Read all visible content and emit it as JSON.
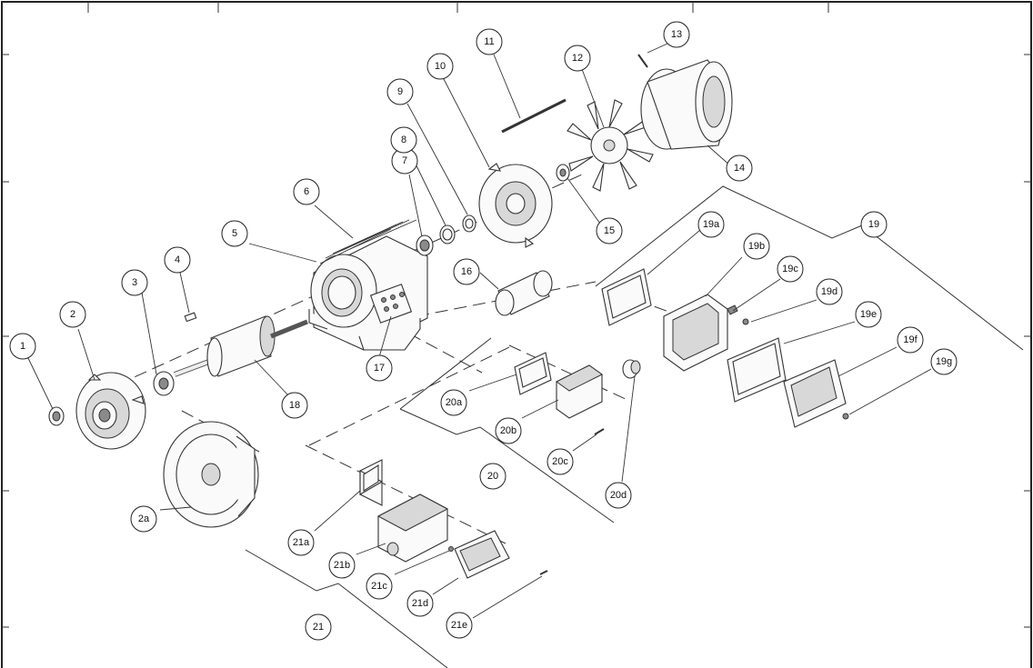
{
  "callouts": [
    {
      "id": "c1",
      "label": "1"
    },
    {
      "id": "c2",
      "label": "2"
    },
    {
      "id": "c2a",
      "label": "2a"
    },
    {
      "id": "c3",
      "label": "3"
    },
    {
      "id": "c4",
      "label": "4"
    },
    {
      "id": "c5",
      "label": "5"
    },
    {
      "id": "c6",
      "label": "6"
    },
    {
      "id": "c7",
      "label": "7"
    },
    {
      "id": "c8",
      "label": "8"
    },
    {
      "id": "c9",
      "label": "9"
    },
    {
      "id": "c10",
      "label": "10"
    },
    {
      "id": "c11",
      "label": "11"
    },
    {
      "id": "c12",
      "label": "12"
    },
    {
      "id": "c13",
      "label": "13"
    },
    {
      "id": "c14",
      "label": "14"
    },
    {
      "id": "c15",
      "label": "15"
    },
    {
      "id": "c16",
      "label": "16"
    },
    {
      "id": "c17",
      "label": "17"
    },
    {
      "id": "c18",
      "label": "18"
    },
    {
      "id": "c19",
      "label": "19"
    },
    {
      "id": "c19a",
      "label": "19a"
    },
    {
      "id": "c19b",
      "label": "19b"
    },
    {
      "id": "c19c",
      "label": "19c"
    },
    {
      "id": "c19d",
      "label": "19d"
    },
    {
      "id": "c19e",
      "label": "19e"
    },
    {
      "id": "c19f",
      "label": "19f"
    },
    {
      "id": "c19g",
      "label": "19g"
    },
    {
      "id": "c20",
      "label": "20"
    },
    {
      "id": "c20a",
      "label": "20a"
    },
    {
      "id": "c20b",
      "label": "20b"
    },
    {
      "id": "c20c",
      "label": "20c"
    },
    {
      "id": "c20d",
      "label": "20d"
    },
    {
      "id": "c21",
      "label": "21"
    },
    {
      "id": "c21a",
      "label": "21a"
    },
    {
      "id": "c21b",
      "label": "21b"
    },
    {
      "id": "c21c",
      "label": "21c"
    },
    {
      "id": "c21d",
      "label": "21d"
    },
    {
      "id": "c21e",
      "label": "21e"
    }
  ]
}
